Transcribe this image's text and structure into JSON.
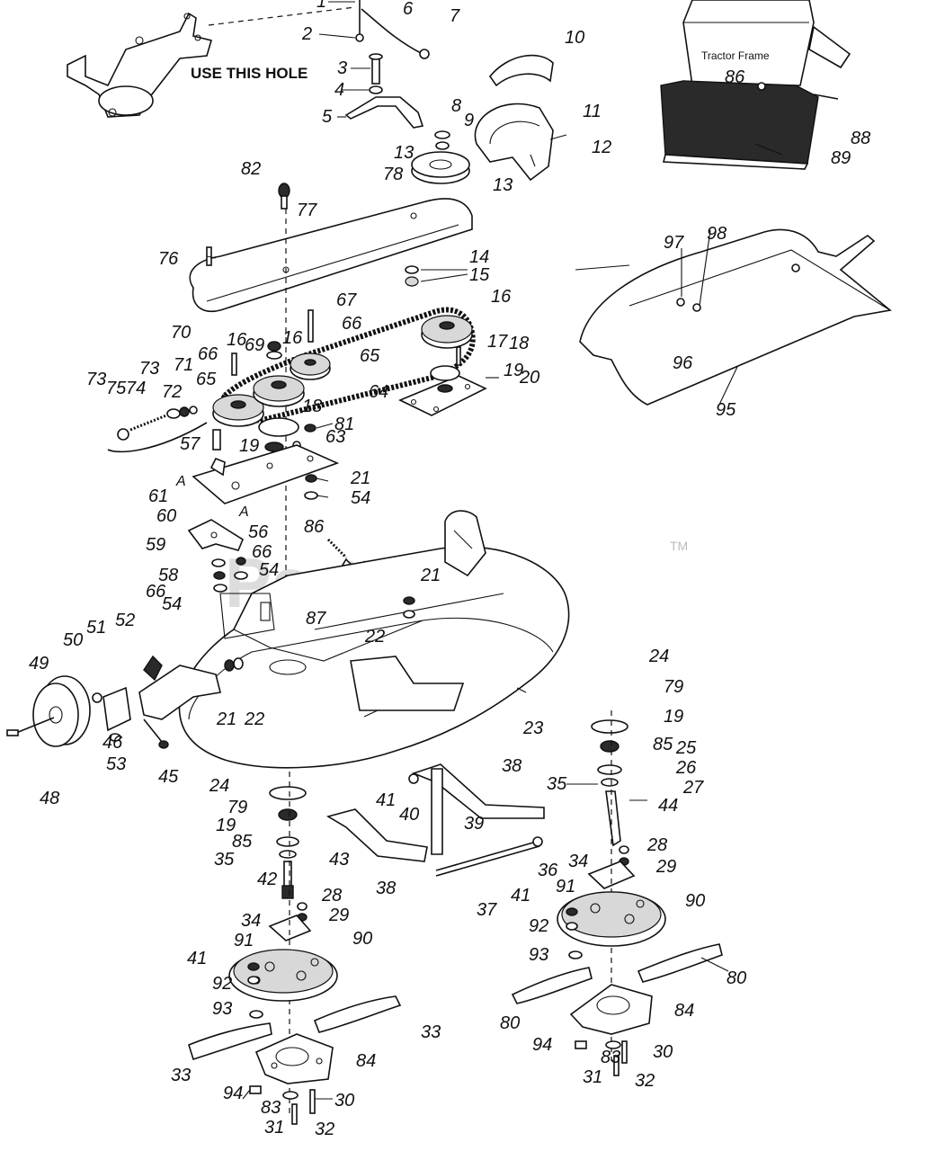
{
  "diagram": {
    "watermark": "PartsTree",
    "trademark": "TM",
    "hole_note": "USE THIS HOLE",
    "frame_label": "Tractor Frame",
    "callouts": [
      {
        "id": "c1",
        "text": "1"
      },
      {
        "id": "c2",
        "text": "2"
      },
      {
        "id": "c3",
        "text": "3"
      },
      {
        "id": "c4",
        "text": "4"
      },
      {
        "id": "c5",
        "text": "5"
      },
      {
        "id": "c6",
        "text": "6"
      },
      {
        "id": "c7",
        "text": "7"
      },
      {
        "id": "c8",
        "text": "8"
      },
      {
        "id": "c9",
        "text": "9"
      },
      {
        "id": "c10",
        "text": "10"
      },
      {
        "id": "c11",
        "text": "11"
      },
      {
        "id": "c12",
        "text": "12"
      },
      {
        "id": "c13a",
        "text": "13"
      },
      {
        "id": "c13b",
        "text": "13"
      },
      {
        "id": "c14",
        "text": "14"
      },
      {
        "id": "c15",
        "text": "15"
      },
      {
        "id": "c16a",
        "text": "16"
      },
      {
        "id": "c16b",
        "text": "16"
      },
      {
        "id": "c16c",
        "text": "16"
      },
      {
        "id": "c17",
        "text": "17"
      },
      {
        "id": "c18a",
        "text": "18"
      },
      {
        "id": "c18b",
        "text": "18"
      },
      {
        "id": "c19a",
        "text": "19"
      },
      {
        "id": "c19b",
        "text": "19"
      },
      {
        "id": "c19c",
        "text": "19"
      },
      {
        "id": "c19d",
        "text": "19"
      },
      {
        "id": "c20",
        "text": "20"
      },
      {
        "id": "c21a",
        "text": "21"
      },
      {
        "id": "c21b",
        "text": "21"
      },
      {
        "id": "c21c",
        "text": "21"
      },
      {
        "id": "c22a",
        "text": "22"
      },
      {
        "id": "c22b",
        "text": "22"
      },
      {
        "id": "c23",
        "text": "23"
      },
      {
        "id": "c24a",
        "text": "24"
      },
      {
        "id": "c24b",
        "text": "24"
      },
      {
        "id": "c25",
        "text": "25"
      },
      {
        "id": "c26",
        "text": "26"
      },
      {
        "id": "c27",
        "text": "27"
      },
      {
        "id": "c28a",
        "text": "28"
      },
      {
        "id": "c28b",
        "text": "28"
      },
      {
        "id": "c29a",
        "text": "29"
      },
      {
        "id": "c29b",
        "text": "29"
      },
      {
        "id": "c30a",
        "text": "30"
      },
      {
        "id": "c30b",
        "text": "30"
      },
      {
        "id": "c31a",
        "text": "31"
      },
      {
        "id": "c31b",
        "text": "31"
      },
      {
        "id": "c32a",
        "text": "32"
      },
      {
        "id": "c32b",
        "text": "32"
      },
      {
        "id": "c33a",
        "text": "33"
      },
      {
        "id": "c33b",
        "text": "33"
      },
      {
        "id": "c34a",
        "text": "34"
      },
      {
        "id": "c34b",
        "text": "34"
      },
      {
        "id": "c35a",
        "text": "35"
      },
      {
        "id": "c35b",
        "text": "35"
      },
      {
        "id": "c36",
        "text": "36"
      },
      {
        "id": "c37",
        "text": "37"
      },
      {
        "id": "c38a",
        "text": "38"
      },
      {
        "id": "c38b",
        "text": "38"
      },
      {
        "id": "c39",
        "text": "39"
      },
      {
        "id": "c40",
        "text": "40"
      },
      {
        "id": "c41a",
        "text": "41"
      },
      {
        "id": "c41b",
        "text": "41"
      },
      {
        "id": "c41c",
        "text": "41"
      },
      {
        "id": "c42",
        "text": "42"
      },
      {
        "id": "c43",
        "text": "43"
      },
      {
        "id": "c44",
        "text": "44"
      },
      {
        "id": "c45",
        "text": "45"
      },
      {
        "id": "c46",
        "text": "46"
      },
      {
        "id": "c48",
        "text": "48"
      },
      {
        "id": "c49",
        "text": "49"
      },
      {
        "id": "c50",
        "text": "50"
      },
      {
        "id": "c51",
        "text": "51"
      },
      {
        "id": "c52",
        "text": "52"
      },
      {
        "id": "c53",
        "text": "53"
      },
      {
        "id": "c54a",
        "text": "54"
      },
      {
        "id": "c54b",
        "text": "54"
      },
      {
        "id": "c54c",
        "text": "54"
      },
      {
        "id": "c56",
        "text": "56"
      },
      {
        "id": "c57",
        "text": "57"
      },
      {
        "id": "c58",
        "text": "58"
      },
      {
        "id": "c59",
        "text": "59"
      },
      {
        "id": "c60",
        "text": "60"
      },
      {
        "id": "c61",
        "text": "61"
      },
      {
        "id": "c63",
        "text": "63"
      },
      {
        "id": "c64",
        "text": "64"
      },
      {
        "id": "c65a",
        "text": "65"
      },
      {
        "id": "c65b",
        "text": "65"
      },
      {
        "id": "c66a",
        "text": "66"
      },
      {
        "id": "c66b",
        "text": "66"
      },
      {
        "id": "c66c",
        "text": "66"
      },
      {
        "id": "c66d",
        "text": "66"
      },
      {
        "id": "c67",
        "text": "67"
      },
      {
        "id": "c69",
        "text": "69"
      },
      {
        "id": "c70",
        "text": "70"
      },
      {
        "id": "c71",
        "text": "71"
      },
      {
        "id": "c72",
        "text": "72"
      },
      {
        "id": "c73a",
        "text": "73"
      },
      {
        "id": "c73b",
        "text": "73"
      },
      {
        "id": "c74",
        "text": "74"
      },
      {
        "id": "c75",
        "text": "75"
      },
      {
        "id": "c76",
        "text": "76"
      },
      {
        "id": "c77",
        "text": "77"
      },
      {
        "id": "c78",
        "text": "78"
      },
      {
        "id": "c79a",
        "text": "79"
      },
      {
        "id": "c79b",
        "text": "79"
      },
      {
        "id": "c80a",
        "text": "80"
      },
      {
        "id": "c80b",
        "text": "80"
      },
      {
        "id": "c81",
        "text": "81"
      },
      {
        "id": "c82",
        "text": "82"
      },
      {
        "id": "c83a",
        "text": "83"
      },
      {
        "id": "c83b",
        "text": "83"
      },
      {
        "id": "c84a",
        "text": "84"
      },
      {
        "id": "c84b",
        "text": "84"
      },
      {
        "id": "c85a",
        "text": "85"
      },
      {
        "id": "c85b",
        "text": "85"
      },
      {
        "id": "c86a",
        "text": "86"
      },
      {
        "id": "c86b",
        "text": "86"
      },
      {
        "id": "c87",
        "text": "87"
      },
      {
        "id": "c88",
        "text": "88"
      },
      {
        "id": "c89",
        "text": "89"
      },
      {
        "id": "c90a",
        "text": "90"
      },
      {
        "id": "c90b",
        "text": "90"
      },
      {
        "id": "c91a",
        "text": "91"
      },
      {
        "id": "c91b",
        "text": "91"
      },
      {
        "id": "c92a",
        "text": "92"
      },
      {
        "id": "c92b",
        "text": "92"
      },
      {
        "id": "c93a",
        "text": "93"
      },
      {
        "id": "c93b",
        "text": "93"
      },
      {
        "id": "c94a",
        "text": "94"
      },
      {
        "id": "c94b",
        "text": "94"
      },
      {
        "id": "c95",
        "text": "95"
      },
      {
        "id": "c96",
        "text": "96"
      },
      {
        "id": "c97",
        "text": "97"
      },
      {
        "id": "c98",
        "text": "98"
      },
      {
        "id": "cAa",
        "text": "A"
      },
      {
        "id": "cAb",
        "text": "A"
      }
    ]
  }
}
